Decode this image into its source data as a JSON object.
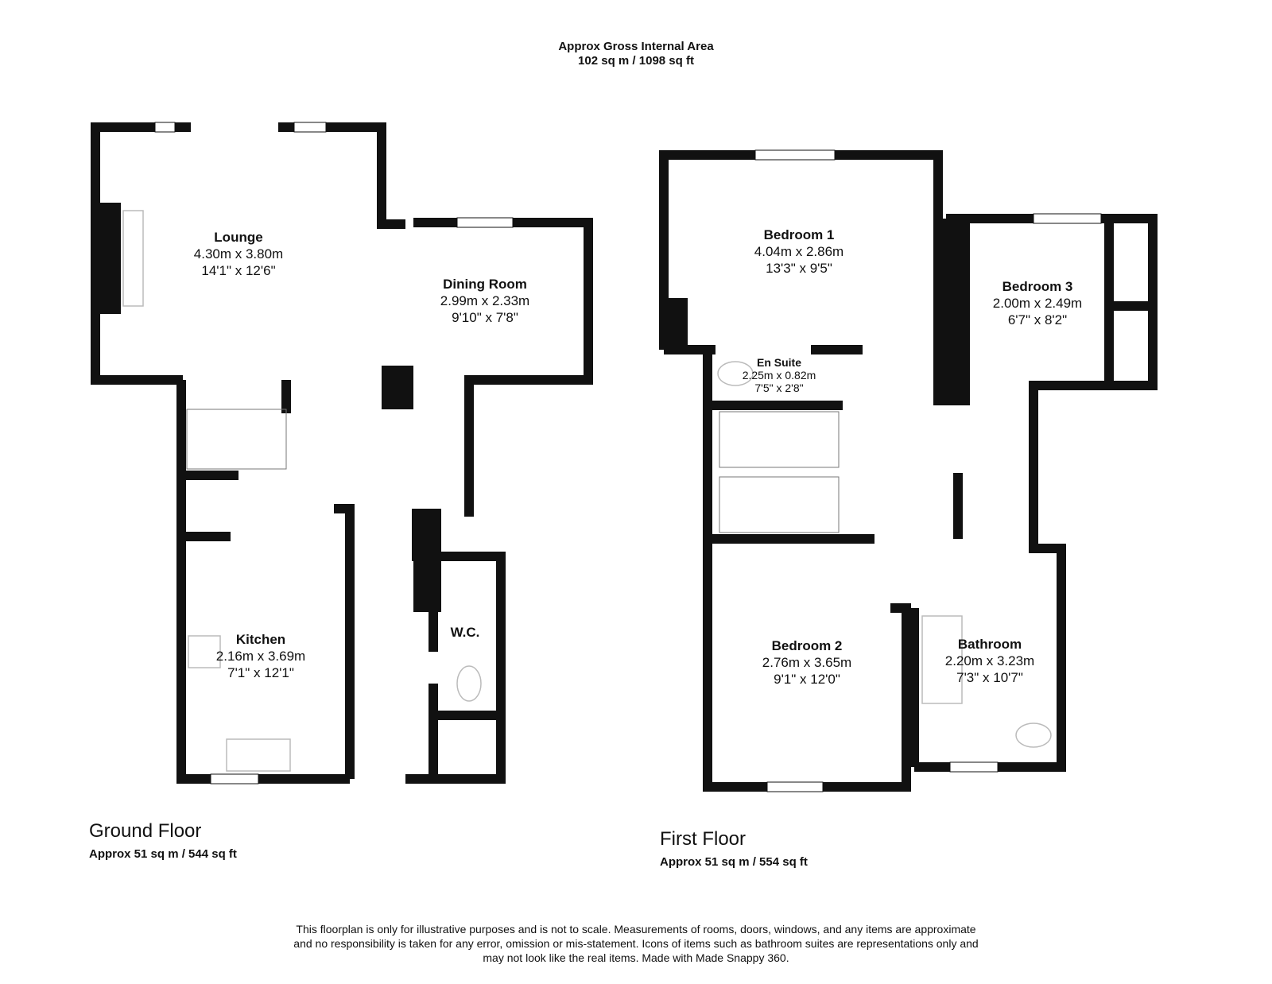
{
  "header": {
    "title": "Approx Gross Internal Area",
    "area": "102 sq m / 1098 sq ft"
  },
  "ground_floor": {
    "title": "Ground Floor",
    "area": "Approx 51 sq m / 544 sq ft",
    "rooms": [
      {
        "name": "Lounge",
        "metric": "4.30m x 3.80m",
        "imperial": "14'1\" x 12'6\""
      },
      {
        "name": "Dining Room",
        "metric": "2.99m x 2.33m",
        "imperial": "9'10\" x 7'8\""
      },
      {
        "name": "Kitchen",
        "metric": "2.16m x 3.69m",
        "imperial": "7'1\" x 12'1\""
      },
      {
        "name": "W.C."
      }
    ]
  },
  "first_floor": {
    "title": "First Floor",
    "area": "Approx 51 sq m / 554 sq ft",
    "rooms": [
      {
        "name": "Bedroom 1",
        "metric": "4.04m x 2.86m",
        "imperial": "13'3\" x 9'5\""
      },
      {
        "name": "Bedroom 3",
        "metric": "2.00m x 2.49m",
        "imperial": "6'7\" x 8'2\""
      },
      {
        "name": "En Suite",
        "metric": "2.25m x 0.82m",
        "imperial": "7'5\" x 2'8\""
      },
      {
        "name": "Bedroom 2",
        "metric": "2.76m x 3.65m",
        "imperial": "9'1\" x 12'0\""
      },
      {
        "name": "Bathroom",
        "metric": "2.20m x 3.23m",
        "imperial": "7'3\" x 10'7\""
      }
    ]
  },
  "disclaimer": {
    "line1": "This floorplan is only for illustrative purposes and is not to scale. Measurements of rooms, doors, windows, and any items are approximate",
    "line2": "and no responsibility is taken for any error, omission or mis-statement. Icons of items such as bathroom suites are representations only and",
    "line3": "may not look like the real items. Made with Made Snappy 360."
  },
  "colors": {
    "wall": "#111111",
    "fixture": "#bbbbbb",
    "background": "#ffffff"
  }
}
